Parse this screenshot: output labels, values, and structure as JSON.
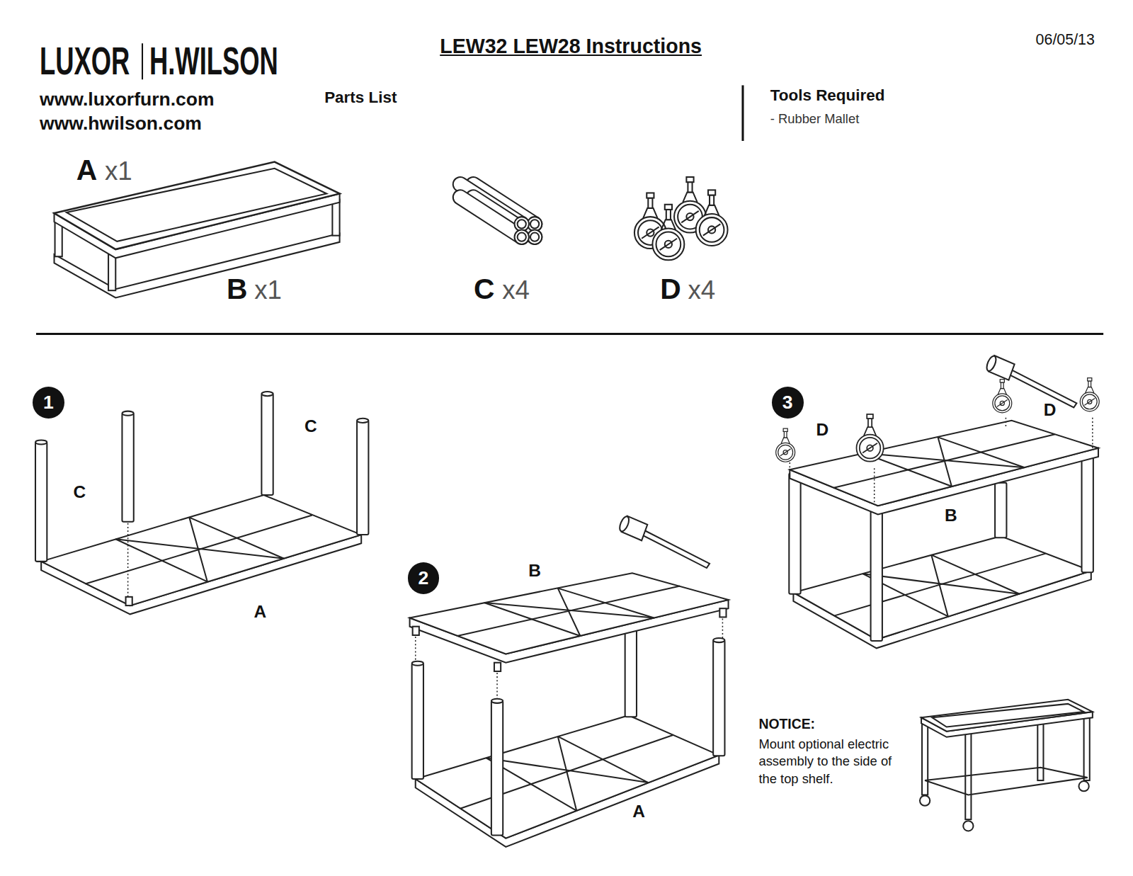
{
  "diagram": {
    "title": "LEW32 LEW28 Instructions",
    "nodes": [
      {
        "text": [
          "1"
        ]
      },
      {
        "text": [
          "2"
        ]
      },
      {
        "text": [
          "3"
        ]
      }
    ],
    "labels": [
      "LUXOR",
      "H.WILSON",
      "www.luxorfurn.com",
      "www.hwilson.com",
      "06/05/13",
      "Parts List",
      "Tools Required",
      "- Rubber Mallet",
      "A",
      "x1",
      "B",
      "x1",
      "C",
      "x4",
      "D",
      "x4",
      "C",
      "C",
      "A",
      "B",
      "A",
      "D",
      "D",
      "B",
      "NOTICE:",
      "Mount optional electric assembly to the side of the top shelf."
    ]
  }
}
